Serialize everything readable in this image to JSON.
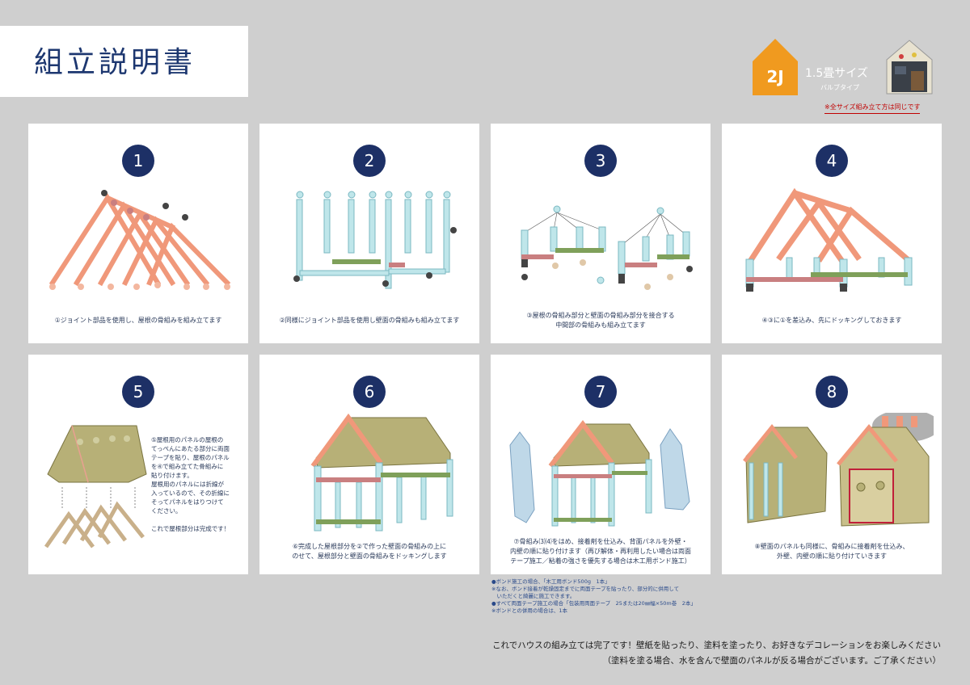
{
  "header": {
    "title": "組立説明書",
    "badge_label": "2J",
    "size_title": "1.5畳サイズ",
    "size_sub": "バルブタイプ",
    "size_note": "※全サイズ組み立て方は同じです"
  },
  "colors": {
    "navy": "#1d3066",
    "orange_badge": "#f09a1f",
    "roof_beam": "#f0987a",
    "wall_post": "#bfe6ea",
    "panel": "#b7b077",
    "joint_dark": "#444444",
    "joint_green": "#7fa05a",
    "joint_pink": "#c97f80"
  },
  "steps": [
    {
      "number": "1",
      "caption": "①ジョイント部品を使用し、屋根の骨組みを組み立てます"
    },
    {
      "number": "2",
      "caption": "②同様にジョイント部品を使用し壁面の骨組みも組み立てます"
    },
    {
      "number": "3",
      "caption": "③屋根の骨組み部分と壁面の骨組み部分を接合する\n中間部の骨組みも組み立てます"
    },
    {
      "number": "4",
      "caption": "④③に①を差込み、先にドッキングしておきます"
    },
    {
      "number": "5",
      "caption": "",
      "side_text": "⑤屋根用のパネルの屋根の\nてっぺんにあたる部分に両面\nテープを貼り、屋根のパネル\nを④で組み立てた骨組みに\n貼り付けます。\n屋根用のパネルには折線が\n入っているので、その折線に\nそってパネルをはりつけて\nください。\n\nこれで屋根部分は完成です！"
    },
    {
      "number": "6",
      "caption": "⑥完成した屋根部分を②で作った壁面の骨組みの上に\nのせて、屋根部分と壁面の骨組みをドッキングします"
    },
    {
      "number": "7",
      "caption": "⑦骨組み⑶⑷をはめ、接着剤を仕込み、背面パネルを外壁・\n内壁の順に貼り付けます（再び解体・再利用したい場合は両面\nテープ施工／粘着の強さを優先する場合は木工用ボンド施工）"
    },
    {
      "number": "8",
      "caption": "⑧壁面のパネルも同様に、骨組みに接着剤を仕込み、\n外壁、内壁の順に貼り付けていきます"
    }
  ],
  "notes": "●ボンド施工の場合、「木工用ボンド500g　1本」\n※なお、ボンド接着が乾燥固定までに両面テープを貼ったり、部分的に併用して\n　いただくと綺麗に施工できます。\n●すべて両面テープ施工の場合「包装用両面テープ　25または20㎜幅×50m巻　2本」\n※ボンドとの併用の場合は、1本",
  "closing": {
    "line1": "これでハウスの組み立ては完了です！壁紙を貼ったり、塗料を塗ったり、お好きなデコレーションをお楽しみください",
    "line2": "（塗料を塗る場合、水を含んで壁面のパネルが反る場合がございます。ご了承ください）"
  }
}
